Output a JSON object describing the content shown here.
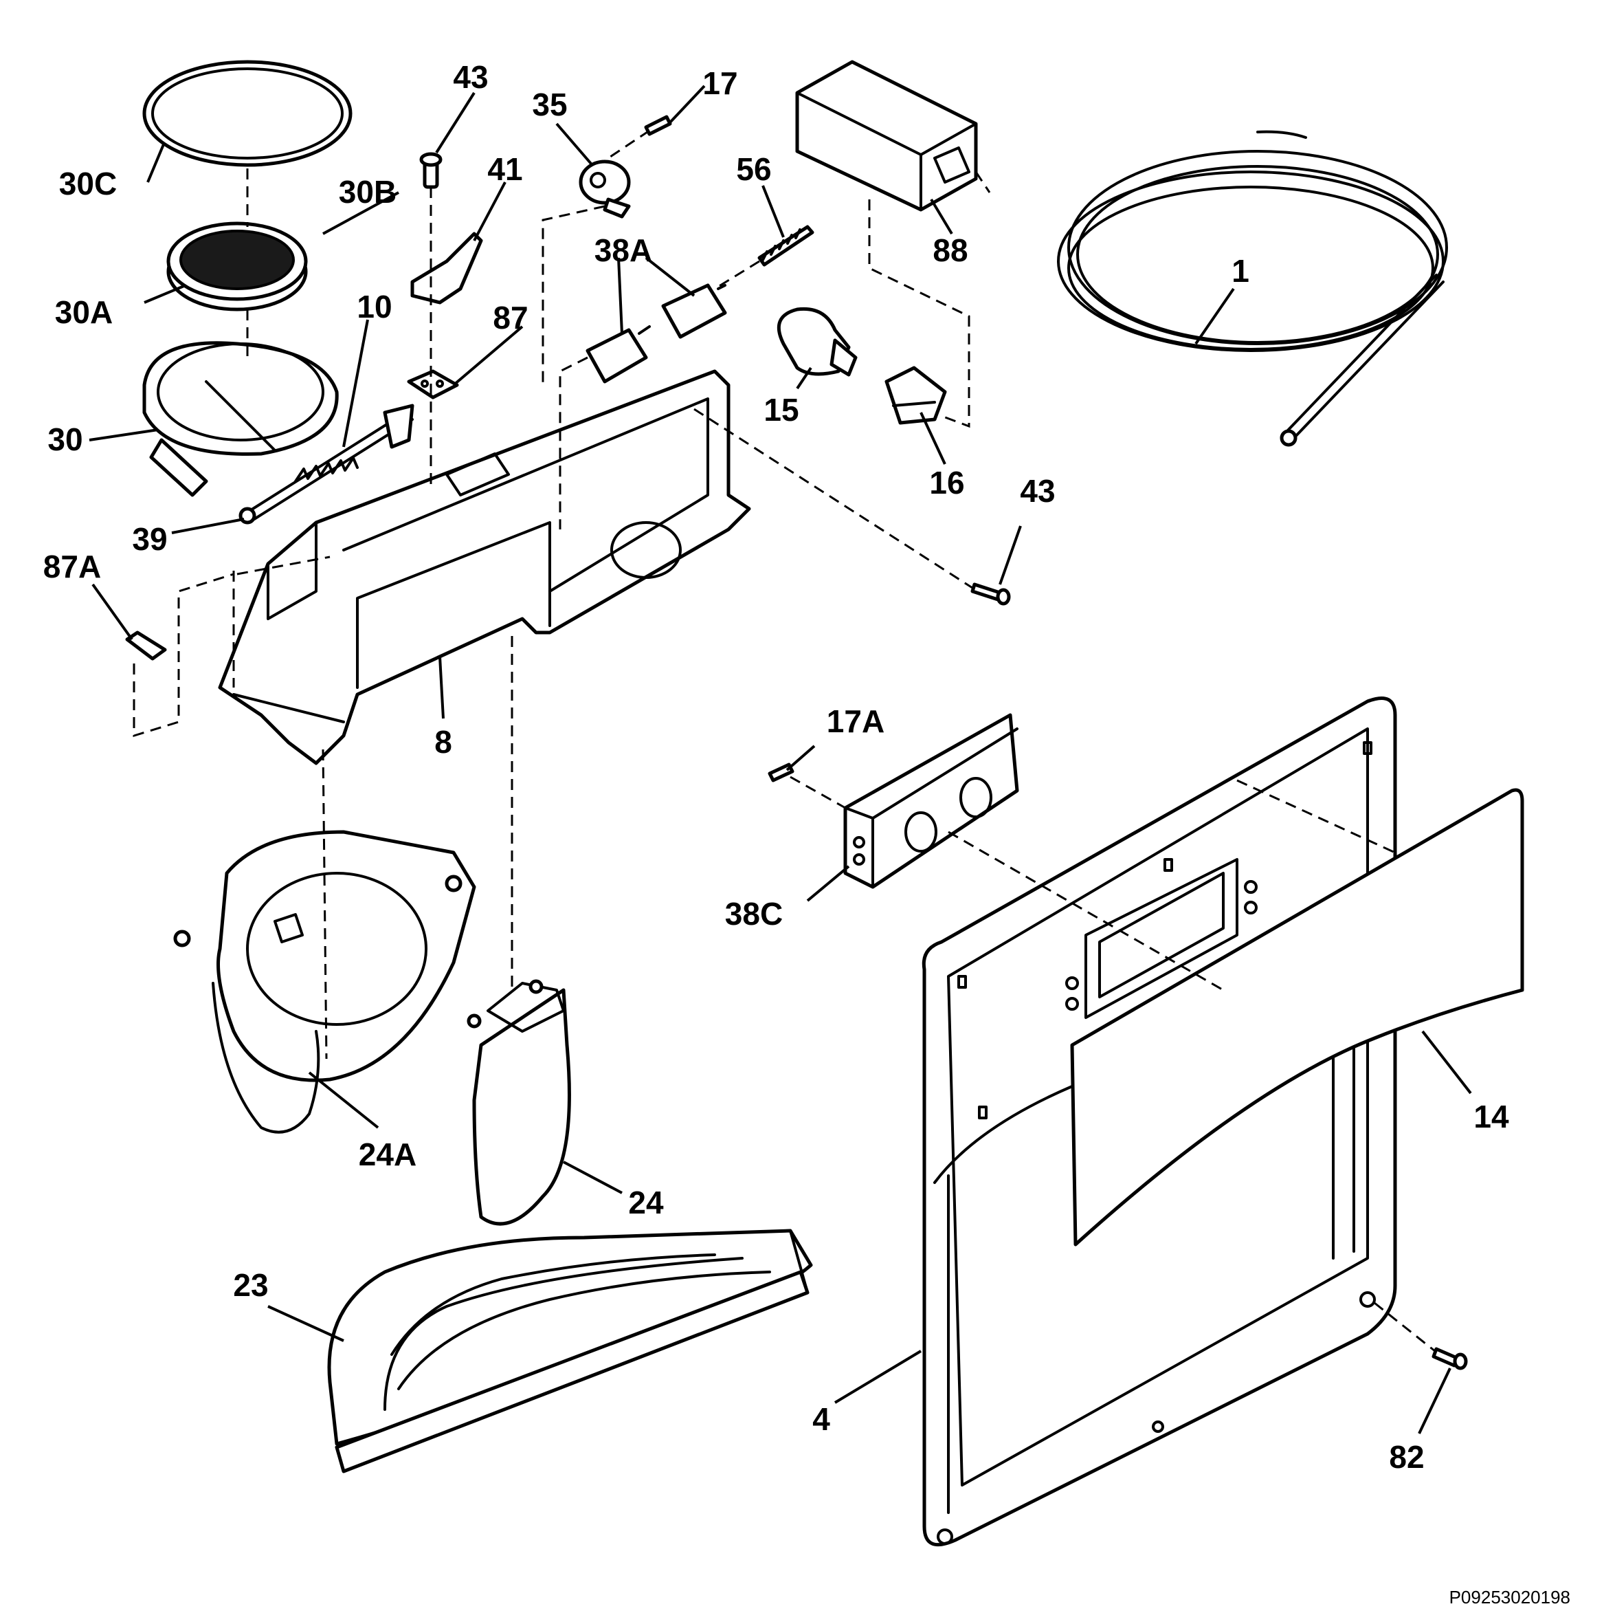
{
  "callouts": {
    "p43a": "43",
    "p17": "17",
    "p35": "35",
    "p56": "56",
    "p88": "88",
    "p30c": "30C",
    "p30b": "30B",
    "p41": "41",
    "p38a": "38A",
    "p1": "1",
    "p30a": "30A",
    "p10": "10",
    "p87": "87",
    "p30": "30",
    "p15": "15",
    "p16": "16",
    "p39": "39",
    "p43b": "43",
    "p87a": "87A",
    "p8": "8",
    "p17a": "17A",
    "p38c": "38C",
    "p14": "14",
    "p24a": "24A",
    "p24": "24",
    "p23": "23",
    "p4": "4",
    "p82": "82"
  },
  "reference_code": "P09253020198"
}
